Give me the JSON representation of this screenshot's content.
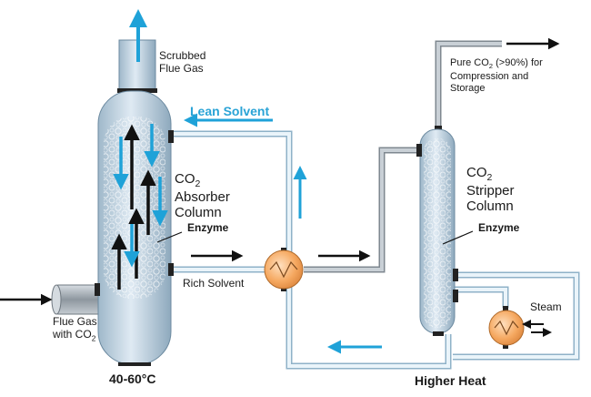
{
  "labels": {
    "scrubbed_line1": "Scrubbed",
    "scrubbed_line2": "Flue Gas",
    "lean_solvent": "Lean Solvent",
    "absorber_line1_prefix": "CO",
    "absorber_line1_sub": "2",
    "absorber_line2": "Absorber",
    "absorber_line3": "Column",
    "enzyme_absorber": "Enzyme",
    "rich_solvent": "Rich Solvent",
    "flue_gas_line1": "Flue Gas",
    "flue_gas_line2_prefix": "with CO",
    "flue_gas_line2_sub": "2",
    "temp_absorber": "40-60°C",
    "pure_co2_prefix": "Pure CO",
    "pure_co2_sub": "2",
    "pure_co2_suffix": " (>90%) for",
    "pure_co2_line2": "Compression and",
    "pure_co2_line3": "Storage",
    "stripper_line1_prefix": "CO",
    "stripper_line1_sub": "2",
    "stripper_line2": "Stripper",
    "stripper_line3": "Column",
    "enzyme_stripper": "Enzyme",
    "steam": "Steam",
    "higher_heat": "Higher Heat"
  },
  "colors": {
    "arrow_blue": "#1fa2d8",
    "arrow_black": "#111111",
    "column_fill": "#c9dbe8",
    "pipe_light": "#bcd6e6",
    "pipe_gray": "#9aa3ab",
    "exchanger": "#f2a65a"
  }
}
